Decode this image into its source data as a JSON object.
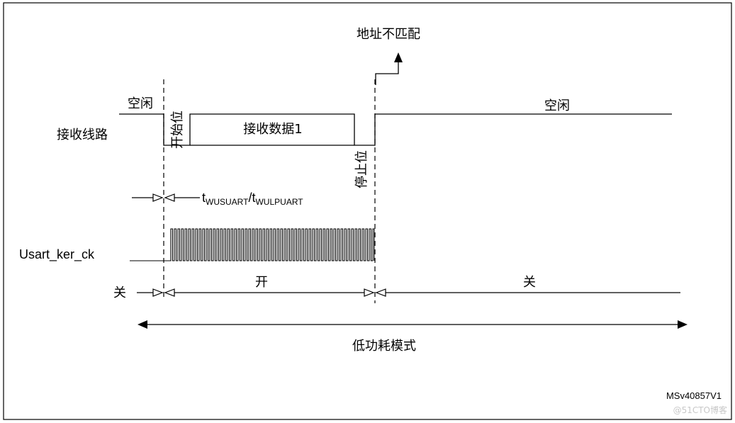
{
  "labels": {
    "address_mismatch": "地址不匹配",
    "idle_left": "空闲",
    "idle_right": "空闲",
    "receive_line": "接收线路",
    "start_bit": "开始位",
    "receive_data": "接收数据1",
    "stop_bit": "停止位",
    "twu_main": "t",
    "twu_sub1": "WUSUART",
    "twu_sep": "/t",
    "twu_sub2": "WULPUART",
    "usart_ker_ck": "Usart_ker_ck",
    "off_left": "关",
    "on": "开",
    "off_right": "关",
    "low_power_mode": "低功耗模式",
    "figure_id": "MSv40857V1",
    "watermark": "@51CTO博客"
  },
  "colors": {
    "line": "#000000",
    "frame": "#000000",
    "background": "#ffffff"
  }
}
